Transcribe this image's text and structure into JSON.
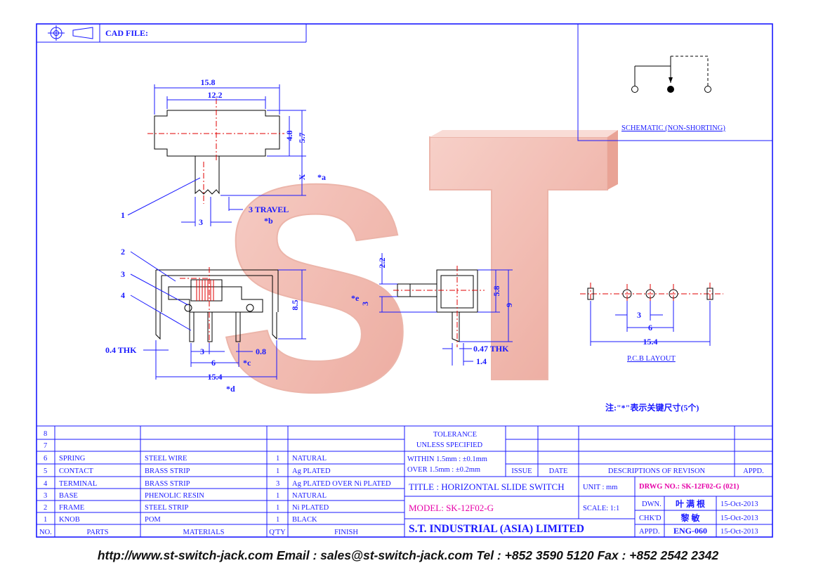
{
  "header": {
    "cad_file_label": "CAD FILE:"
  },
  "schematic": {
    "caption": "SCHEMATIC (NON-SHORTING)"
  },
  "pcb": {
    "caption": "P.C.B LAYOUT",
    "dims": [
      "3",
      "6",
      "15.4"
    ]
  },
  "note": "注:\"*\"表示关键尺寸(5个)",
  "top_view": {
    "dims": [
      "15.8",
      "12.2",
      "4.8",
      "5.7",
      "X",
      "*a",
      "3 TRAVEL",
      "*b",
      "3"
    ],
    "callouts": [
      "1"
    ]
  },
  "front_view": {
    "dims": [
      "8.5",
      "0.4 THK",
      "3",
      "0.8",
      "6",
      "*c",
      "15.4",
      "*d"
    ],
    "callouts": [
      "2",
      "3",
      "4"
    ]
  },
  "side_view": {
    "dims": [
      "2.2",
      "*e",
      "3",
      "5.8",
      "9",
      "0.47 THK",
      "1.4"
    ]
  },
  "bom": {
    "header": {
      "no": "NO.",
      "parts": "PARTS",
      "materials": "MATERIALS",
      "qty": "Q'TY",
      "finish": "FINISH"
    },
    "rows": [
      {
        "no": "8",
        "parts": "",
        "materials": "",
        "qty": "",
        "finish": ""
      },
      {
        "no": "7",
        "parts": "",
        "materials": "",
        "qty": "",
        "finish": ""
      },
      {
        "no": "6",
        "parts": "SPRING",
        "materials": "STEEL WIRE",
        "qty": "1",
        "finish": "NATURAL"
      },
      {
        "no": "5",
        "parts": "CONTACT",
        "materials": "BRASS STRIP",
        "qty": "1",
        "finish": "Ag PLATED"
      },
      {
        "no": "4",
        "parts": "TERMINAL",
        "materials": "BRASS STRIP",
        "qty": "3",
        "finish": "Ag PLATED OVER Ni PLATED"
      },
      {
        "no": "3",
        "parts": "BASE",
        "materials": "PHENOLIC RESIN",
        "qty": "1",
        "finish": "NATURAL"
      },
      {
        "no": "2",
        "parts": "FRAME",
        "materials": "STEEL STRIP",
        "qty": "1",
        "finish": "Ni PLATED"
      },
      {
        "no": "1",
        "parts": "KNOB",
        "materials": "POM",
        "qty": "1",
        "finish": "BLACK"
      }
    ]
  },
  "tolerance": {
    "line1": "TOLERANCE",
    "line2": "UNLESS   SPECIFIED",
    "within": "WITHIN  1.5mm : ±0.1mm",
    "over": "OVER    1.5mm : ±0.2mm"
  },
  "revision": {
    "issue": "ISSUE",
    "date": "DATE",
    "desc": "DESCRIPTIONS  OF  REVISON",
    "appd": "APPD."
  },
  "title_block": {
    "title": "TITLE : HORIZONTAL SLIDE SWITCH",
    "unit": "UNIT :   mm",
    "drwg": "DRWG NO.: SK-12F02-G (021)",
    "model": "MODEL: SK-12F02-G",
    "scale": "SCALE:  1:1",
    "company": "S.T.  INDUSTRIAL  (ASIA)  LIMITED",
    "dwn_label": "DWN.",
    "dwn_name": "叶 满 根",
    "dwn_date": "15-Oct-2013",
    "chkd_label": "CHK'D",
    "chkd_name": "黎 敏",
    "chkd_date": "15-Oct-2013",
    "appd_label": "APPD.",
    "appd_name": "ENG-060",
    "appd_date": "15-Oct-2013"
  },
  "watermark": "ST",
  "footer": "http://www.st-switch-jack.com  Email : sales@st-switch-jack.com  Tel : +852 3590 5120  Fax : +852 2542 2342",
  "colors": {
    "line": "#1a1aff",
    "center": "#e00000",
    "accent": "#e600a8",
    "watermark": "#f2b2a6"
  }
}
